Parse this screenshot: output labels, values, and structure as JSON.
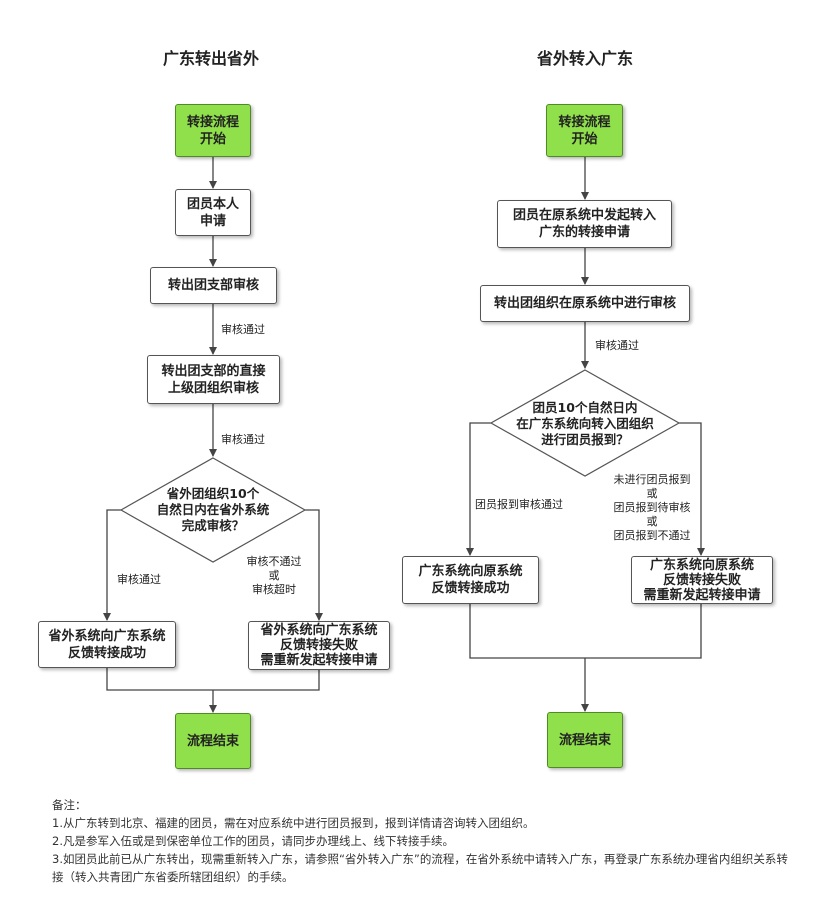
{
  "left": {
    "title": "广东转出省外",
    "start": [
      "转接流程",
      "开始"
    ],
    "apply": [
      "团员本人",
      "申请"
    ],
    "branch_review": [
      "转出团支部审核"
    ],
    "label_pass_1": "审核通过",
    "superior_review": [
      "转出团支部的直接",
      "上级团组织审核"
    ],
    "label_pass_2": "审核通过",
    "decision": [
      "省外团组织10个",
      "自然日内在省外系统",
      "完成审核？"
    ],
    "label_yes": "审核通过",
    "label_no": [
      "审核不通过",
      "或",
      "审核超时"
    ],
    "success": [
      "省外系统向广东系统",
      "反馈转接成功"
    ],
    "fail": [
      "省外系统向广东系统",
      "反馈转接失败",
      "需重新发起转接申请"
    ],
    "end": [
      "流程结束"
    ]
  },
  "right": {
    "title": "省外转入广东",
    "start": [
      "转接流程",
      "开始"
    ],
    "apply": [
      "团员在原系统中发起转入",
      "广东的转接申请"
    ],
    "review": [
      "转出团组织在原系统中进行审核"
    ],
    "label_pass": "审核通过",
    "decision": [
      "团员10个自然日内",
      "在广东系统向转入团组织",
      "进行团员报到？"
    ],
    "label_yes": "团员报到审核通过",
    "label_no": [
      "未进行团员报到",
      "或",
      "团员报到待审核",
      "或",
      "团员报到不通过"
    ],
    "success": [
      "广东系统向原系统",
      "反馈转接成功"
    ],
    "fail": [
      "广东系统向原系统",
      "反馈转接失败",
      "需重新发起转接申请"
    ],
    "end": [
      "流程结束"
    ]
  },
  "notes": {
    "heading": "备注：",
    "items": [
      "1.从广东转到北京、福建的团员，需在对应系统中进行团员报到，报到详情请咨询转入团组织。",
      "2.凡是参军入伍或是到保密单位工作的团员，请同步办理线上、线下转接手续。",
      "3.如团员此前已从广东转出，现需重新转入广东，请参照“省外转入广东”的流程，在省外系统中请转入广东，再登录广东系统办理省内组织关系转接（转入共青团广东省委所辖团组织）的手续。"
    ]
  },
  "colors": {
    "start_end_fill": "#8fe04a",
    "line": "#444444"
  }
}
